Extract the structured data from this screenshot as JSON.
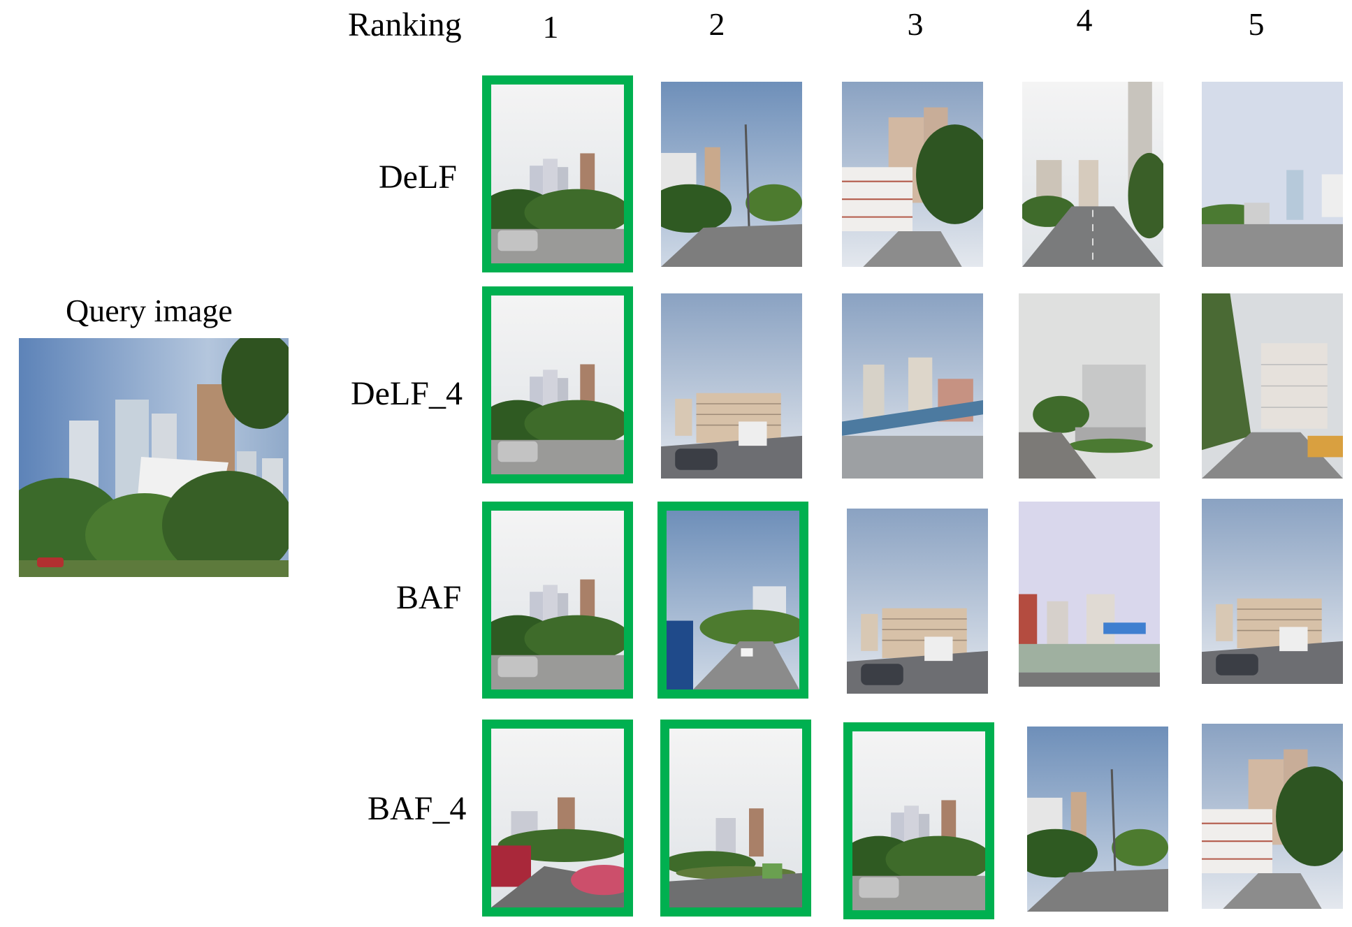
{
  "header": {
    "ranking_label": "Ranking",
    "ranks": [
      "1",
      "2",
      "3",
      "4",
      "5"
    ]
  },
  "query": {
    "label": "Query image",
    "icon": "street-scene-image"
  },
  "rows": [
    {
      "method": "DeLF",
      "correct": [
        true,
        false,
        false,
        false,
        false
      ]
    },
    {
      "method": "DeLF_4",
      "correct": [
        true,
        false,
        false,
        false,
        false
      ]
    },
    {
      "method": "BAF",
      "correct": [
        true,
        true,
        false,
        false,
        false
      ]
    },
    {
      "method": "BAF_4",
      "correct": [
        true,
        true,
        true,
        false,
        false
      ]
    }
  ],
  "colors": {
    "correct_border": "#00b050",
    "sky": "#9fb3cf",
    "overcast": "#e9ebee",
    "building": "#c9c2bc",
    "tower_brown": "#a5826a",
    "tree": "#3f6b2b",
    "road": "#8a8a88"
  }
}
